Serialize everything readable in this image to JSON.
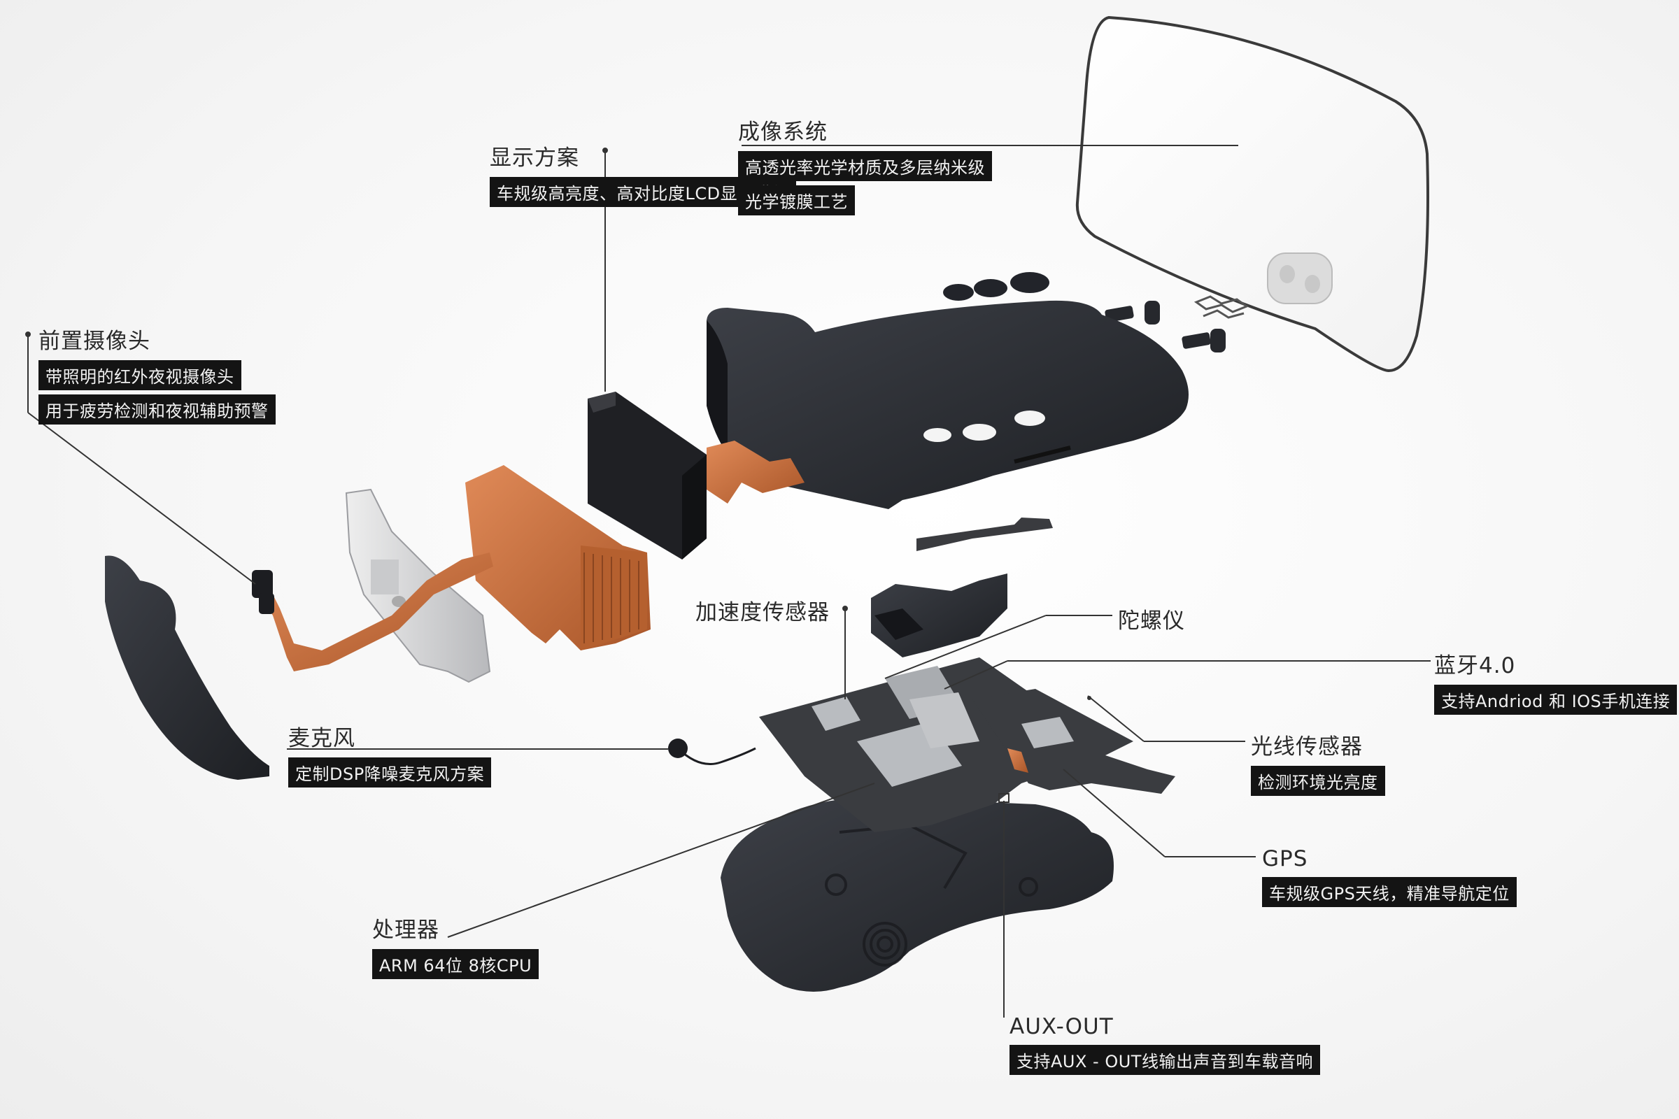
{
  "labels": {
    "display": {
      "title": "显示方案",
      "desc": [
        "车规级高亮度、高对比度LCD显示模组"
      ]
    },
    "imaging": {
      "title": "成像系统",
      "desc": [
        "高透光率光学材质及多层纳米级",
        "光学镀膜工艺"
      ]
    },
    "front_camera": {
      "title": "前置摄像头",
      "desc": [
        "带照明的红外夜视摄像头",
        "用于疲劳检测和夜视辅助预警"
      ]
    },
    "accelerometer": {
      "title": "加速度传感器"
    },
    "gyroscope": {
      "title": "陀螺仪"
    },
    "bluetooth": {
      "title": "蓝牙4.0",
      "desc": [
        "支持Andriod 和 IOS手机连接"
      ]
    },
    "light_sensor": {
      "title": "光线传感器",
      "desc": [
        "检测环境光亮度"
      ]
    },
    "microphone": {
      "title": "麦克风",
      "desc": [
        "定制DSP降噪麦克风方案"
      ]
    },
    "gps": {
      "title": "GPS",
      "desc": [
        "车规级GPS天线，精准导航定位"
      ]
    },
    "processor": {
      "title": "处理器",
      "desc": [
        "ARM 64位 8核CPU"
      ]
    },
    "aux_out": {
      "title": "AUX-OUT",
      "desc": [
        "支持AUX - OUT线输出声音到车载音响"
      ]
    }
  },
  "colors": {
    "housing": "#2b2d33",
    "copper": "#c8703f",
    "pcb": "#3a3c40",
    "chip": "#b9bcc0",
    "bracket": "#d8d9db",
    "line": "#333333"
  }
}
